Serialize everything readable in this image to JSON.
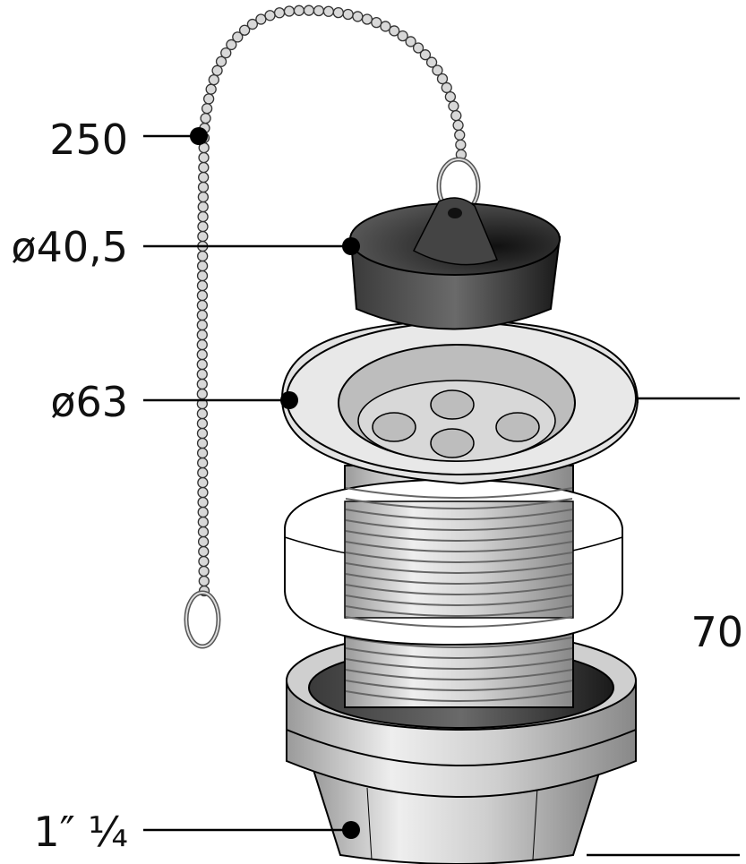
{
  "labels": {
    "chain_length": "250",
    "stopper_diameter": "ø40,5",
    "flange_diameter": "ø63",
    "height": "70",
    "thread_size": "1″ ¼"
  },
  "colors": {
    "stopper": "#2a2a2a",
    "metal": "#d9d9d9",
    "washer": "#ffffff",
    "line": "#000000"
  }
}
